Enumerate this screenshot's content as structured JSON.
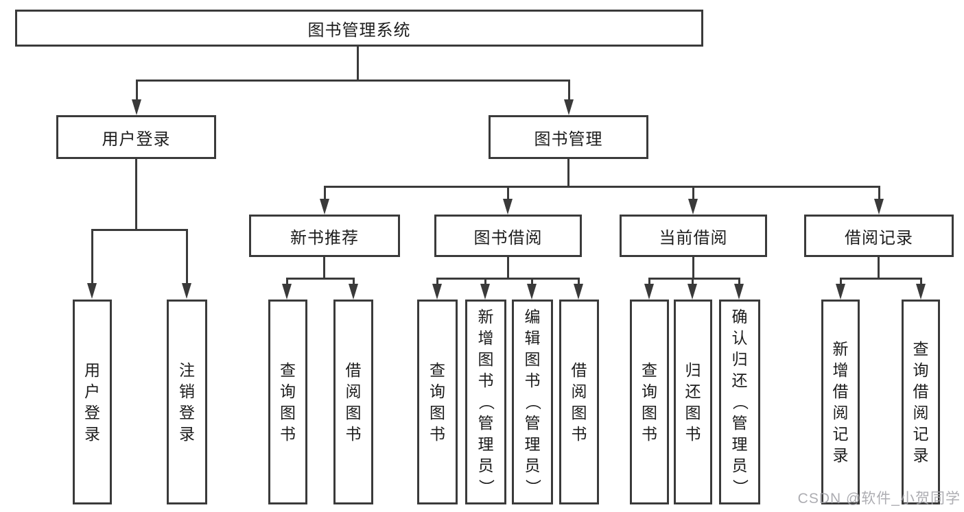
{
  "diagram_title": "图书管理系统",
  "tree": {
    "label": "图书管理系统",
    "children": [
      {
        "label": "用户登录",
        "children": [
          {
            "label": "用户登录"
          },
          {
            "label": "注销登录"
          }
        ]
      },
      {
        "label": "图书管理",
        "children": [
          {
            "label": "新书推荐",
            "children": [
              {
                "label": "查询图书"
              },
              {
                "label": "借阅图书"
              }
            ]
          },
          {
            "label": "图书借阅",
            "children": [
              {
                "label": "查询图书"
              },
              {
                "label": "新增图书（管理员）"
              },
              {
                "label": "编辑图书（管理员）"
              },
              {
                "label": "借阅图书"
              }
            ]
          },
          {
            "label": "当前借阅",
            "children": [
              {
                "label": "查询图书"
              },
              {
                "label": "归还图书"
              },
              {
                "label": "确认归还（管理员）"
              }
            ]
          },
          {
            "label": "借阅记录",
            "children": [
              {
                "label": "新增借阅记录"
              },
              {
                "label": "查询借阅记录"
              }
            ]
          }
        ]
      }
    ]
  },
  "watermark": "CSDN @软件_小贺同学",
  "colors": {
    "stroke": "#3a3a3a",
    "text": "#1c1c1c",
    "background": "#ffffff",
    "watermark": "#a4a4aa"
  }
}
